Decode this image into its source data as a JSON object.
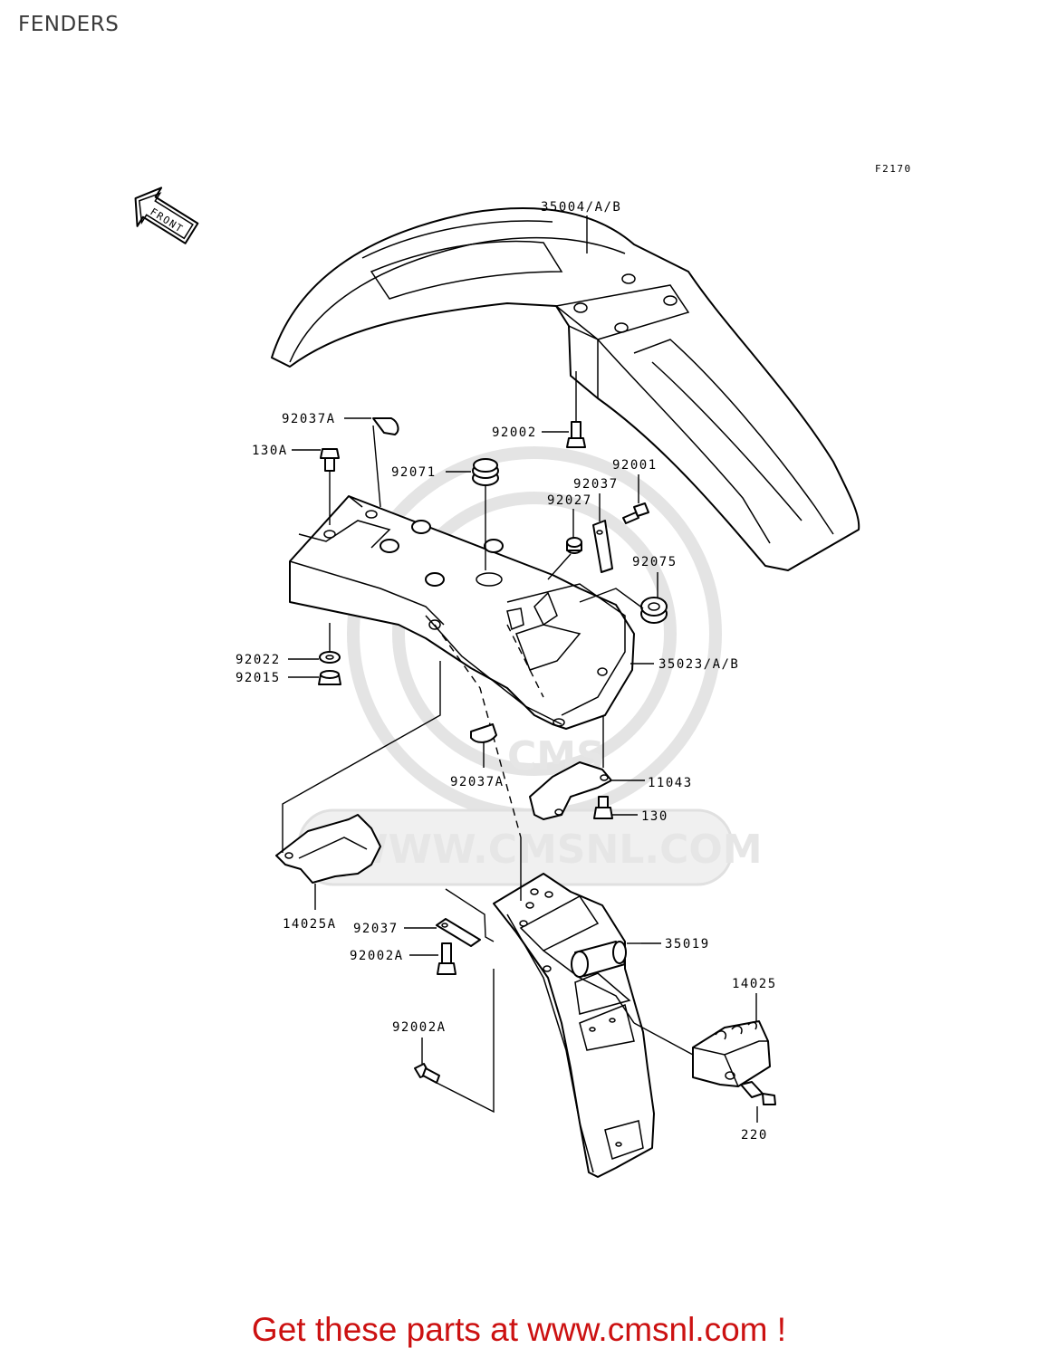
{
  "page": {
    "title": "FENDERS",
    "figure_code": "F2170",
    "front_arrow_label": "FRONT",
    "footer_text": "Get these parts at www.cmsnl.com !",
    "watermark_text": "WWW.CMSNL.COM",
    "watermark_logo_text": "CMS"
  },
  "labels": {
    "l35004": "35004/A/B",
    "l92037A_top": "92037A",
    "l92002": "92002",
    "l130A": "130A",
    "l92071": "92071",
    "l92001": "92001",
    "l92037_mid": "92037",
    "l92027": "92027",
    "l92075": "92075",
    "l92022": "92022",
    "l92015": "92015",
    "l35023": "35023/A/B",
    "l92037A_bot": "92037A",
    "l11043": "11043",
    "l130": "130",
    "l14025A": "14025A",
    "l92037_low": "92037",
    "l92002A_a": "92002A",
    "l35019": "35019",
    "l14025": "14025",
    "l92002A_b": "92002A",
    "l220": "220"
  },
  "colors": {
    "footer": "#cc1111",
    "title": "#3a3a3a",
    "watermark": "#e4e4e4"
  }
}
